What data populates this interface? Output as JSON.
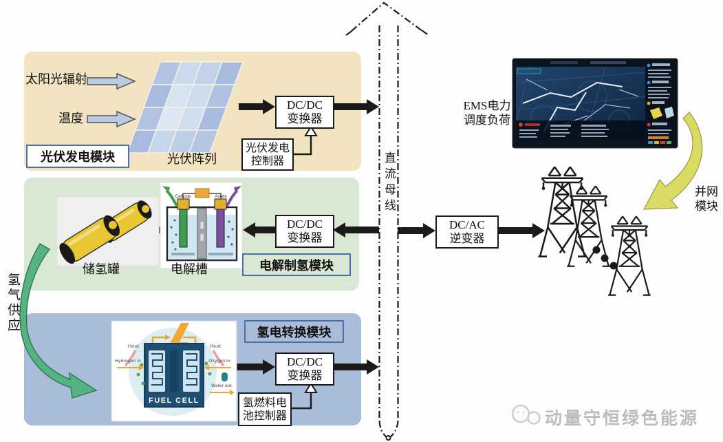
{
  "colors": {
    "pv_bg": "#f2e4c0",
    "electrolysis_bg": "#d9e8d2",
    "fuelcell_bg": "#a9bdda",
    "label_border": "#4a72aa",
    "arrow_black": "#1a1a1a",
    "input_arrow": "#b9cbe2",
    "green_arrow": "#55b382",
    "yellow_arrow": "#dadb63",
    "tank_yellow": "#e8c733",
    "fuelcell_navy": "#1e4f73",
    "watermark_gray": "#bcbcbc"
  },
  "pv_module": {
    "label": "光伏发电模块",
    "input_solar": "太阳光辐射",
    "input_temp": "温度",
    "array_caption": "光伏阵列",
    "converter_l1": "DC/DC",
    "converter_l2": "变换器",
    "controller_l1": "光伏发电",
    "controller_l2": "控制器",
    "cell_colors": [
      "#b3c3e2",
      "#ccdaee",
      "#c2d2e9",
      "#a8badd",
      "#a8badd",
      "#d6e3f1",
      "#cedded",
      "#afc0e0",
      "#b2c2e1",
      "#dbe7f3",
      "#cfdfee",
      "#a9bbde",
      "#a8badd",
      "#c7d7eb",
      "#bdcfe7",
      "#b5c5e3"
    ]
  },
  "electrolysis_module": {
    "label": "电解制氢模块",
    "tank_caption": "储氢罐",
    "electrolyzer_caption": "电解槽",
    "converter_l1": "DC/DC",
    "converter_l2": "变换器",
    "electrode_left": "Cathode",
    "electrode_right": "Anode"
  },
  "fuelcell_module": {
    "label": "氢电转换模块",
    "converter_l1": "DC/DC",
    "converter_l2": "变换器",
    "controller_l1": "氢燃料电",
    "controller_l2": "池控制器",
    "cell_title": "FUEL CELL",
    "heat_left": "Heat",
    "heat_right": "Heat",
    "hydrogen_in": "Hydrogen in",
    "oxygen_in": "Oxygen in",
    "water_out": "Water out"
  },
  "dc_bus": {
    "label": "直流母线"
  },
  "hydrogen_supply_label": "氢气供应",
  "grid_section": {
    "inverter_l1": "DC/AC",
    "inverter_l2": "逆变器",
    "ems_l1": "EMS电力",
    "ems_l2": "调度负荷",
    "grid_module_l1": "并网",
    "grid_module_l2": "模块"
  },
  "watermark": "动量守恒绿色能源"
}
